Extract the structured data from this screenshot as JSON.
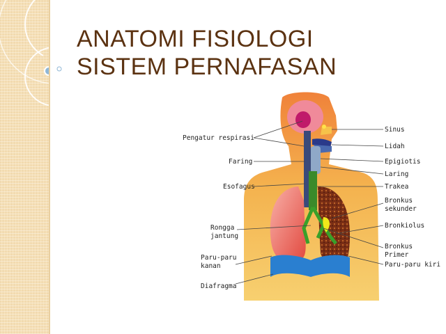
{
  "slide": {
    "title_line1": "ANATOMI FISIOLOGI",
    "title_line2": "SISTEM PERNAFASAN"
  },
  "diagram": {
    "labels_left": {
      "pengatur": "Pengatur respirasi",
      "faring": "Faring",
      "esofagus": "Esofagus",
      "rongga_1": "Rongga",
      "rongga_2": "jantung",
      "paru_kanan_1": "Paru-paru",
      "paru_kanan_2": "kanan",
      "diafragma": "Diafragma"
    },
    "labels_right": {
      "sinus": "Sinus",
      "lidah": "Lidah",
      "epigiotis": "Epigiotis",
      "laring": "Laring",
      "trakea": "Trakea",
      "bronkus_sek_1": "Bronkus",
      "bronkus_sek_2": "sekunder",
      "bronkiolus": "Bronkiolus",
      "bronkus_primer_1": "Bronkus",
      "bronkus_primer_2": "Primer",
      "paru_kiri": "Paru-paru kiri"
    }
  },
  "colors": {
    "title": "#5b3211",
    "sidebar": "#f5dfb6",
    "body": "#f2a84a",
    "lung_right": "#e85a50",
    "lung_left": "#7a2e15",
    "diaphragm": "#2a7fd0",
    "trachea": "#3a9a2a"
  }
}
